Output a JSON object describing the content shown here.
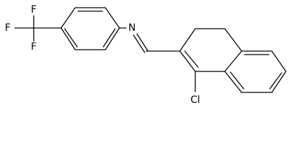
{
  "molecule": {
    "atoms": {
      "f_top": "F",
      "f_left": "F",
      "f_bottom": "F",
      "nitrogen": "N",
      "chlorine": "Cl"
    }
  }
}
